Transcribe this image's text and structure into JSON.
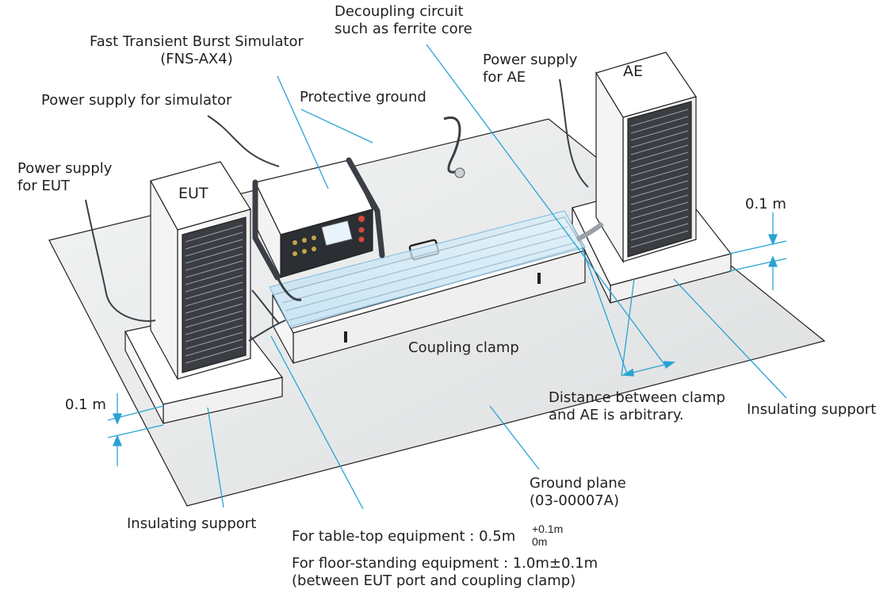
{
  "labels": {
    "decoupling": "Decoupling circuit\nsuch as ferrite core",
    "simulator": "Fast Transient Burst Simulator\n(FNS-AX4)",
    "power_ae": "Power supply\nfor AE",
    "ae": "AE",
    "power_simulator": "Power supply for simulator",
    "protective_ground": "Protective ground",
    "power_eut": "Power supply\nfor EUT",
    "eut": "EUT",
    "height_right": "0.1 m",
    "height_left": "0.1 m",
    "coupling_clamp": "Coupling clamp",
    "distance_note": "Distance between clamp\nand AE is arbitrary.",
    "insulating_right": "Insulating support",
    "insulating_left": "Insulating support",
    "ground_plane": "Ground plane\n(03-00007A)",
    "tabletop_prefix": "For table-top equipment : 0.5m",
    "tabletop_upper": "+0.1m",
    "tabletop_lower": "0m",
    "floor_line1": "For floor-standing equipment : 1.0m±0.1m",
    "floor_line2": "(between EUT port and coupling clamp)"
  },
  "colors": {
    "leader": "#29a3d4",
    "outline": "#231f20",
    "ground_plane": "#e9eaeb",
    "clamp_glass": "#cfe7f5"
  }
}
